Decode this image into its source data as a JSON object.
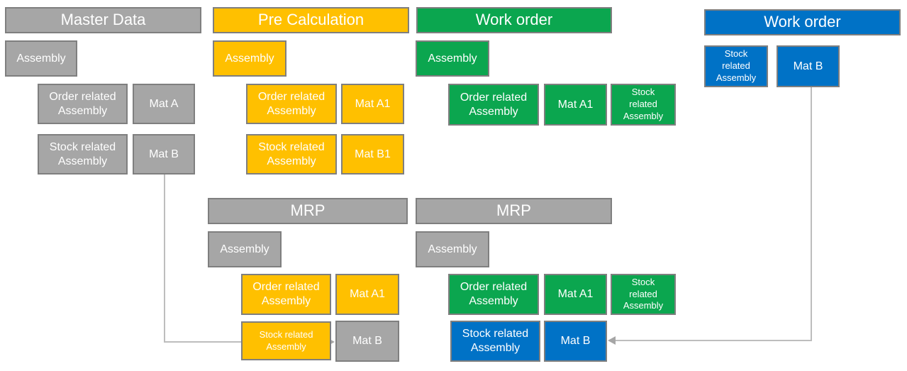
{
  "colors": {
    "gray": "#A6A6A6",
    "yellow": "#FFC000",
    "green": "#0BA64F",
    "blue": "#0072C6",
    "box_border": "#7F7F7F",
    "connector_line": "#BDBDBD",
    "text": "#FFFFFF",
    "background": "#FFFFFF"
  },
  "sections": {
    "master_data": {
      "header": "Master Data",
      "assembly": "Assembly",
      "order_related": "Order related Assembly",
      "mat_a": "Mat A",
      "stock_related": "Stock related Assembly",
      "mat_b": "Mat B"
    },
    "pre_calculation": {
      "header": "Pre Calculation",
      "assembly": "Assembly",
      "order_related": "Order related Assembly",
      "mat_a1": "Mat A1",
      "stock_related": "Stock related Assembly",
      "mat_b1": "Mat B1"
    },
    "work_order_green": {
      "header": "Work order",
      "assembly": "Assembly",
      "order_related": "Order related Assembly",
      "mat_a1": "Mat A1",
      "stock_related": "Stock related Assembly"
    },
    "work_order_blue": {
      "header": "Work order",
      "stock_related": "Stock related Assembly",
      "mat_b": "Mat B"
    },
    "mrp_left": {
      "header": "MRP",
      "assembly": "Assembly",
      "order_related": "Order related Assembly",
      "mat_a1": "Mat A1",
      "stock_related": "Stock related Assembly",
      "mat_b": "Mat B"
    },
    "mrp_right": {
      "header": "MRP",
      "assembly": "Assembly",
      "order_related": "Order related Assembly",
      "mat_a1": "Mat A1",
      "stock_related_green": "Stock related Assembly",
      "stock_related_blue": "Stock related Assembly",
      "mat_b": "Mat B"
    }
  },
  "connectors": [
    {
      "from": "master-data-mat-b",
      "to": "mrp-left-mat-b",
      "shape": "down-then-right-arrow"
    },
    {
      "from": "work-order-blue-mat-b",
      "to": "mrp-right-mat-b",
      "shape": "down-then-left-arrow"
    }
  ]
}
